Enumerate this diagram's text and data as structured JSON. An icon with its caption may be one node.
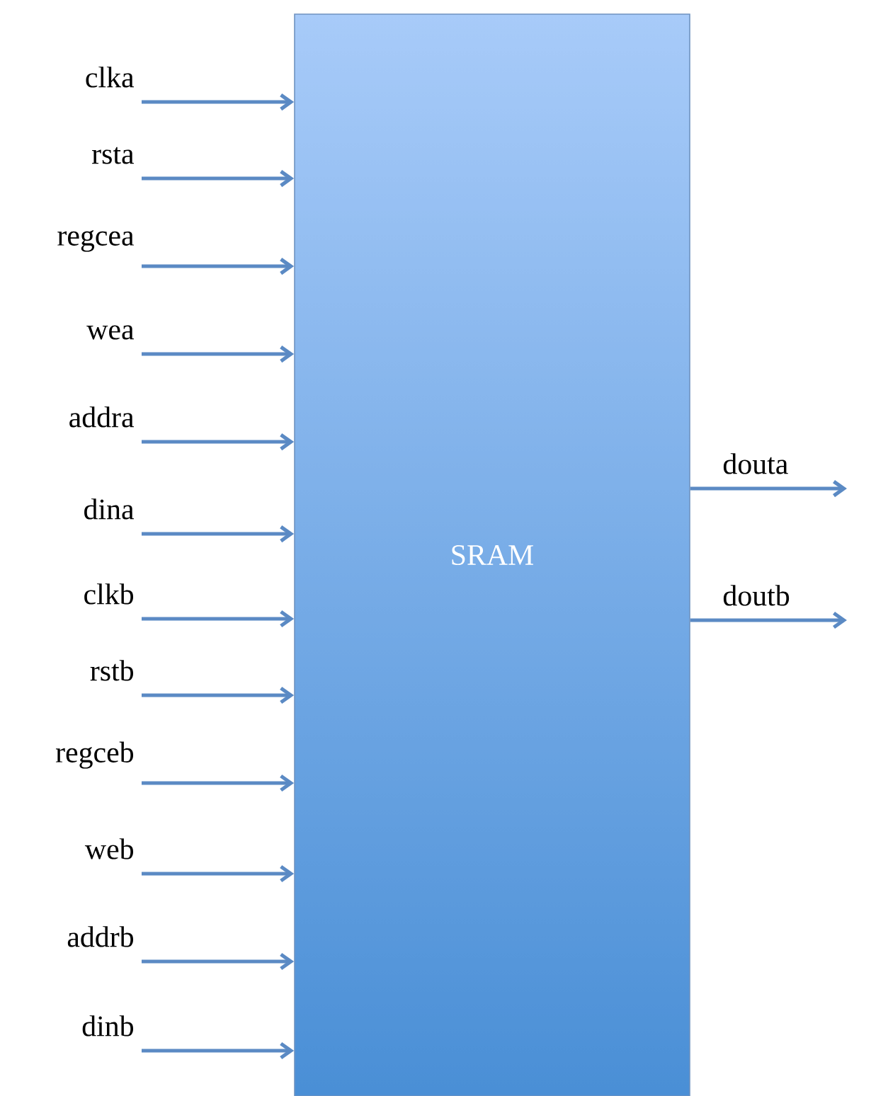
{
  "diagram": {
    "nodes": [
      {
        "text": [
          "SRAM"
        ]
      },
      {
        "text": [
          "clka"
        ]
      },
      {
        "text": [
          "rsta"
        ]
      },
      {
        "text": [
          "regcea"
        ]
      },
      {
        "text": [
          "wea"
        ]
      },
      {
        "text": [
          "addra"
        ]
      },
      {
        "text": [
          "dina"
        ]
      },
      {
        "text": [
          "clkb"
        ]
      },
      {
        "text": [
          "rstb"
        ]
      },
      {
        "text": [
          "regceb"
        ]
      },
      {
        "text": [
          "web"
        ]
      },
      {
        "text": [
          "addrb"
        ]
      },
      {
        "text": [
          "dinb"
        ]
      },
      {
        "text": [
          "douta"
        ]
      },
      {
        "text": [
          "doutb"
        ]
      }
    ],
    "edges": [
      {
        "from": 1,
        "to": 0,
        "arrow": "to"
      },
      {
        "from": 2,
        "to": 0,
        "arrow": "to"
      },
      {
        "from": 3,
        "to": 0,
        "arrow": "to"
      },
      {
        "from": 4,
        "to": 0,
        "arrow": "to"
      },
      {
        "from": 5,
        "to": 0,
        "arrow": "to"
      },
      {
        "from": 6,
        "to": 0,
        "arrow": "to"
      },
      {
        "from": 7,
        "to": 0,
        "arrow": "to"
      },
      {
        "from": 8,
        "to": 0,
        "arrow": "to"
      },
      {
        "from": 9,
        "to": 0,
        "arrow": "to"
      },
      {
        "from": 10,
        "to": 0,
        "arrow": "to"
      },
      {
        "from": 11,
        "to": 0,
        "arrow": "to"
      },
      {
        "from": 12,
        "to": 0,
        "arrow": "to"
      },
      {
        "from": 0,
        "to": 13,
        "arrow": "to"
      },
      {
        "from": 0,
        "to": 14,
        "arrow": "to"
      }
    ]
  }
}
